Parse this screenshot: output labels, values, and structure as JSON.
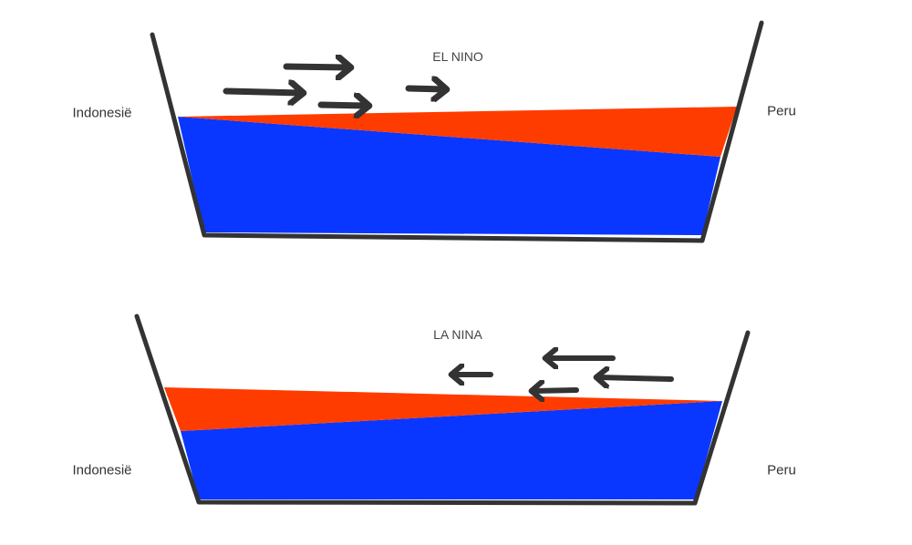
{
  "colors": {
    "warm_water": "#ff3c00",
    "cold_water": "#0a37ff",
    "outline": "#333333"
  },
  "panels": [
    {
      "title": "EL NINO",
      "left_label": "Indonesië",
      "right_label": "Peru",
      "wind_direction": "east"
    },
    {
      "title": "LA NINA",
      "left_label": "Indonesië",
      "right_label": "Peru",
      "wind_direction": "west"
    }
  ]
}
